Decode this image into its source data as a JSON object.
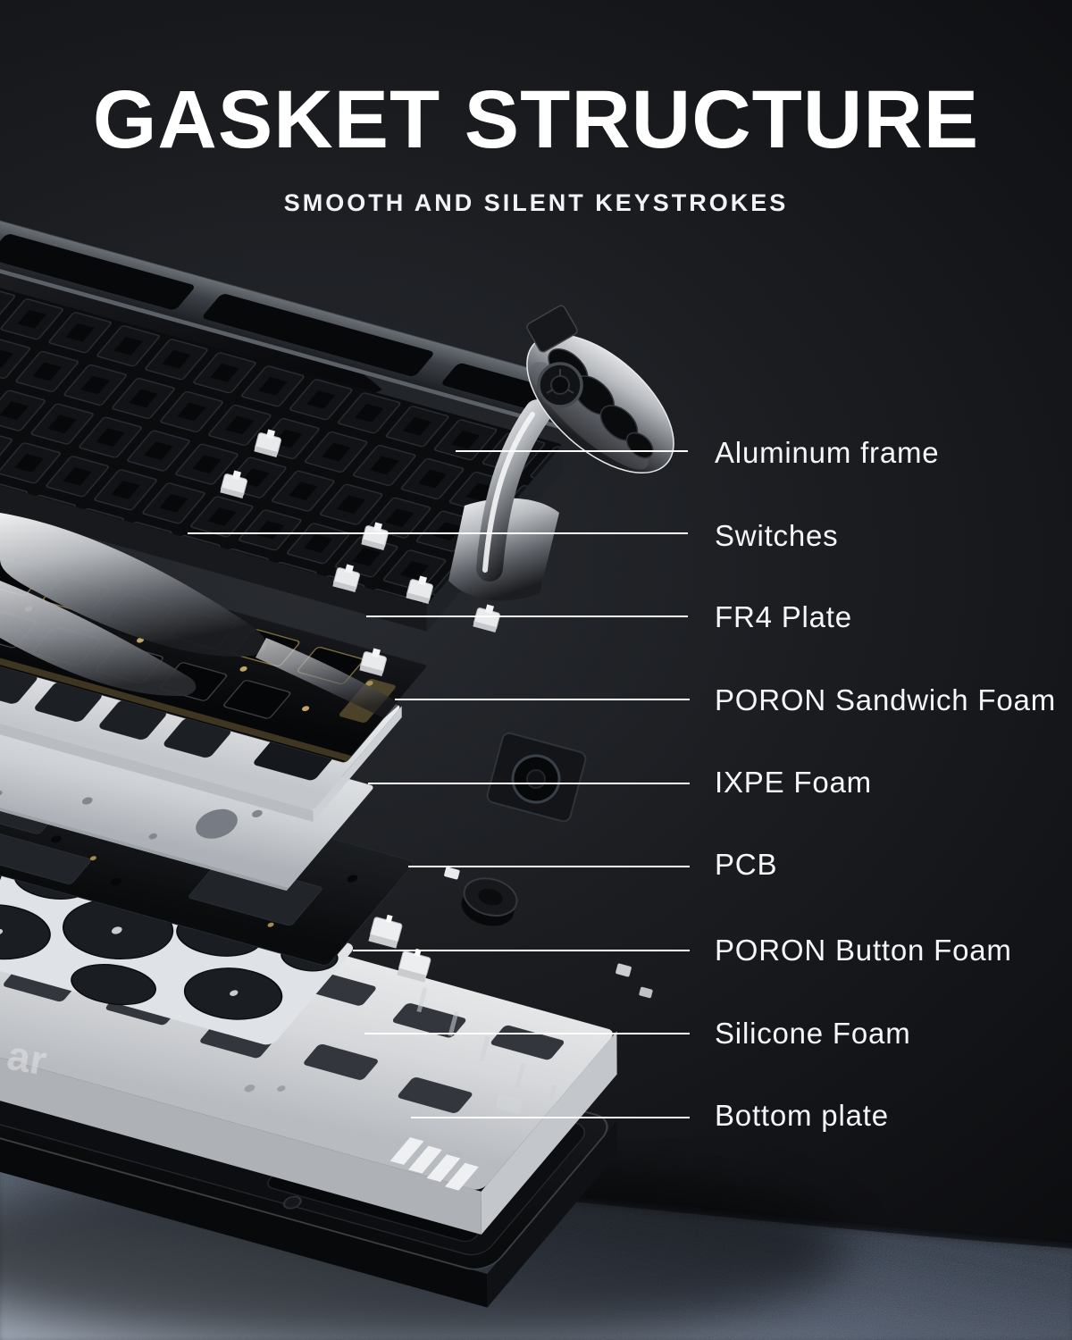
{
  "header": {
    "title": "GASKET STRUCTURE",
    "subtitle": "SMOOTH AND SILENT KEYSTROKES"
  },
  "callouts": [
    {
      "label": "Aluminum frame"
    },
    {
      "label": "Switches"
    },
    {
      "label": "FR4 Plate"
    },
    {
      "label": "PORON Sandwich Foam"
    },
    {
      "label": "IXPE Foam"
    },
    {
      "label": "PCB"
    },
    {
      "label": "PORON Button Foam"
    },
    {
      "label": "Silicone Foam"
    },
    {
      "label": "Bottom plate"
    }
  ],
  "diagram": {
    "watermark": "ar",
    "layers": [
      "Aluminum frame",
      "Switches",
      "FR4 Plate",
      "PORON Sandwich Foam",
      "IXPE Foam",
      "PCB",
      "PORON Button Foam",
      "Silicone Foam",
      "Bottom plate"
    ]
  },
  "colors": {
    "background_center": "#292c31",
    "background_edge": "#040506",
    "text": "#ffffff",
    "leader_line": "#ffffff",
    "foam_white": "#e9ebee",
    "silicone_gray": "#d8dadd",
    "chrome_light": "#f4f4f5",
    "chrome_dark": "#1a1b1e",
    "fr4_gold": "#8d7846",
    "desk_light": "#9ba4b2",
    "desk_dark": "#141a24"
  }
}
